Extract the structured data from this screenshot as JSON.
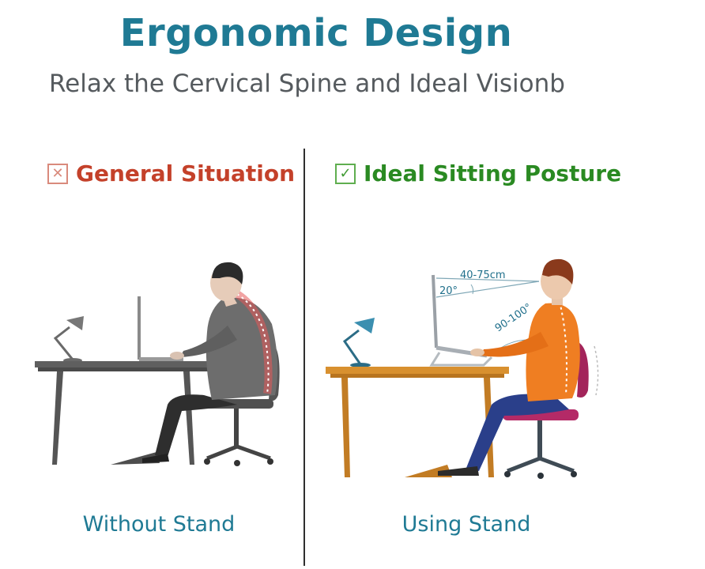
{
  "header": {
    "title": "Ergonomic Design",
    "subtitle": "Relax the Cervical Spine and Ideal Visionb"
  },
  "left_panel": {
    "marker_icon": "cross-box-icon",
    "heading": "General Situation",
    "caption": "Without Stand",
    "accent_color": "#c4412a"
  },
  "right_panel": {
    "marker_icon": "check-box-icon",
    "heading": "Ideal Sitting Posture",
    "caption": "Using Stand",
    "accent_color": "#2a8a22",
    "annotations": {
      "distance": "40-75cm",
      "screen_angle": "20°",
      "arm_angle": "90-100°"
    }
  },
  "colors": {
    "title": "#1f7a94",
    "caption": "#1f7a94"
  }
}
